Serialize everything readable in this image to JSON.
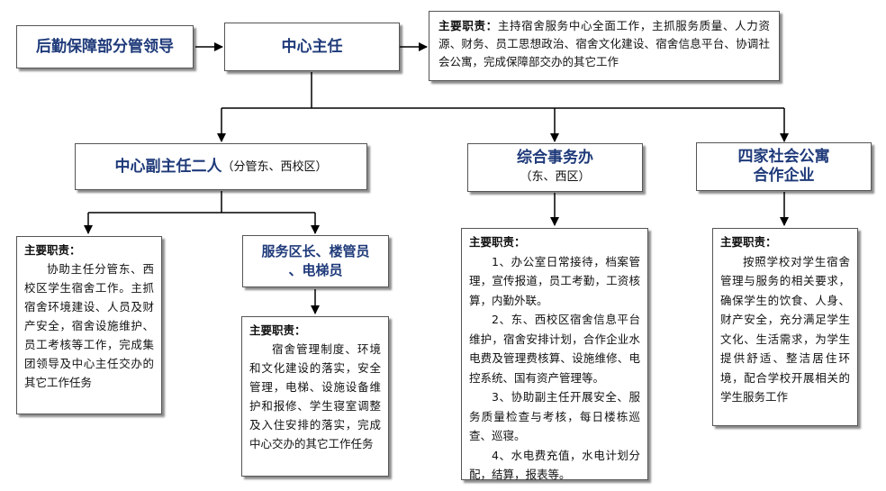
{
  "boxes": {
    "logistics_leader": "后勤保障部分管领导",
    "center_director": "中心主任",
    "director_duty_label": "主要职责：",
    "director_duty_text": "主持宿舍服务中心全面工作，主抓服务质量、人力资源、财务、员工思想政治、宿舍文化建设、宿舍信息平台、协调社会公寓，完成保障部交办的其它工作",
    "deputy_director_main": "中心副主任二人",
    "deputy_director_sub": "（分管东、西校区）",
    "office_main": "综合事务办",
    "office_sub": "（东、西区）",
    "apartment_line1": "四家社会公寓",
    "apartment_line2": "合作企业",
    "area_manager_line1": "服务区长、楼管员",
    "area_manager_line2": "、电梯员"
  },
  "duties": {
    "label": "主要职责：",
    "deputy": "协助主任分管东、西校区学生宿舍工作。主抓宿舍环境建设、人员及财产安全，宿舍设施维护、员工考核等工作，完成集团领导及中心主任交办的其它工作任务",
    "area_manager": "宿舍管理制度、环境和文化建设的落实，安全管理，电梯、设施设备维护和报修、学生寝室调整及入住安排的落实，完成中心交办的其它工作任务",
    "office_items": [
      "1、办公室日常接待，档案管理，宣传报道，员工考勤，工资核算，内勤外联。",
      "2、东、西校区宿舍信息平台维护，宿舍安排计划，合作企业水电费及管理费核算、设施维修、电控系统、国有资产管理等。",
      "3、协助副主任开展安全、服务质量检查与考核，每日楼栋巡查、巡寝。",
      "4、水电费充值，水电计划分配，结算，报表等。"
    ],
    "apartment": "按照学校对学生宿舍管理与服务的相关要求，确保学生的饮食、人身、财产安全，充分满足学生文化、生活需求，为学生提供舒适、整洁居住环境，配合学校开展相关的学生服务工作"
  }
}
